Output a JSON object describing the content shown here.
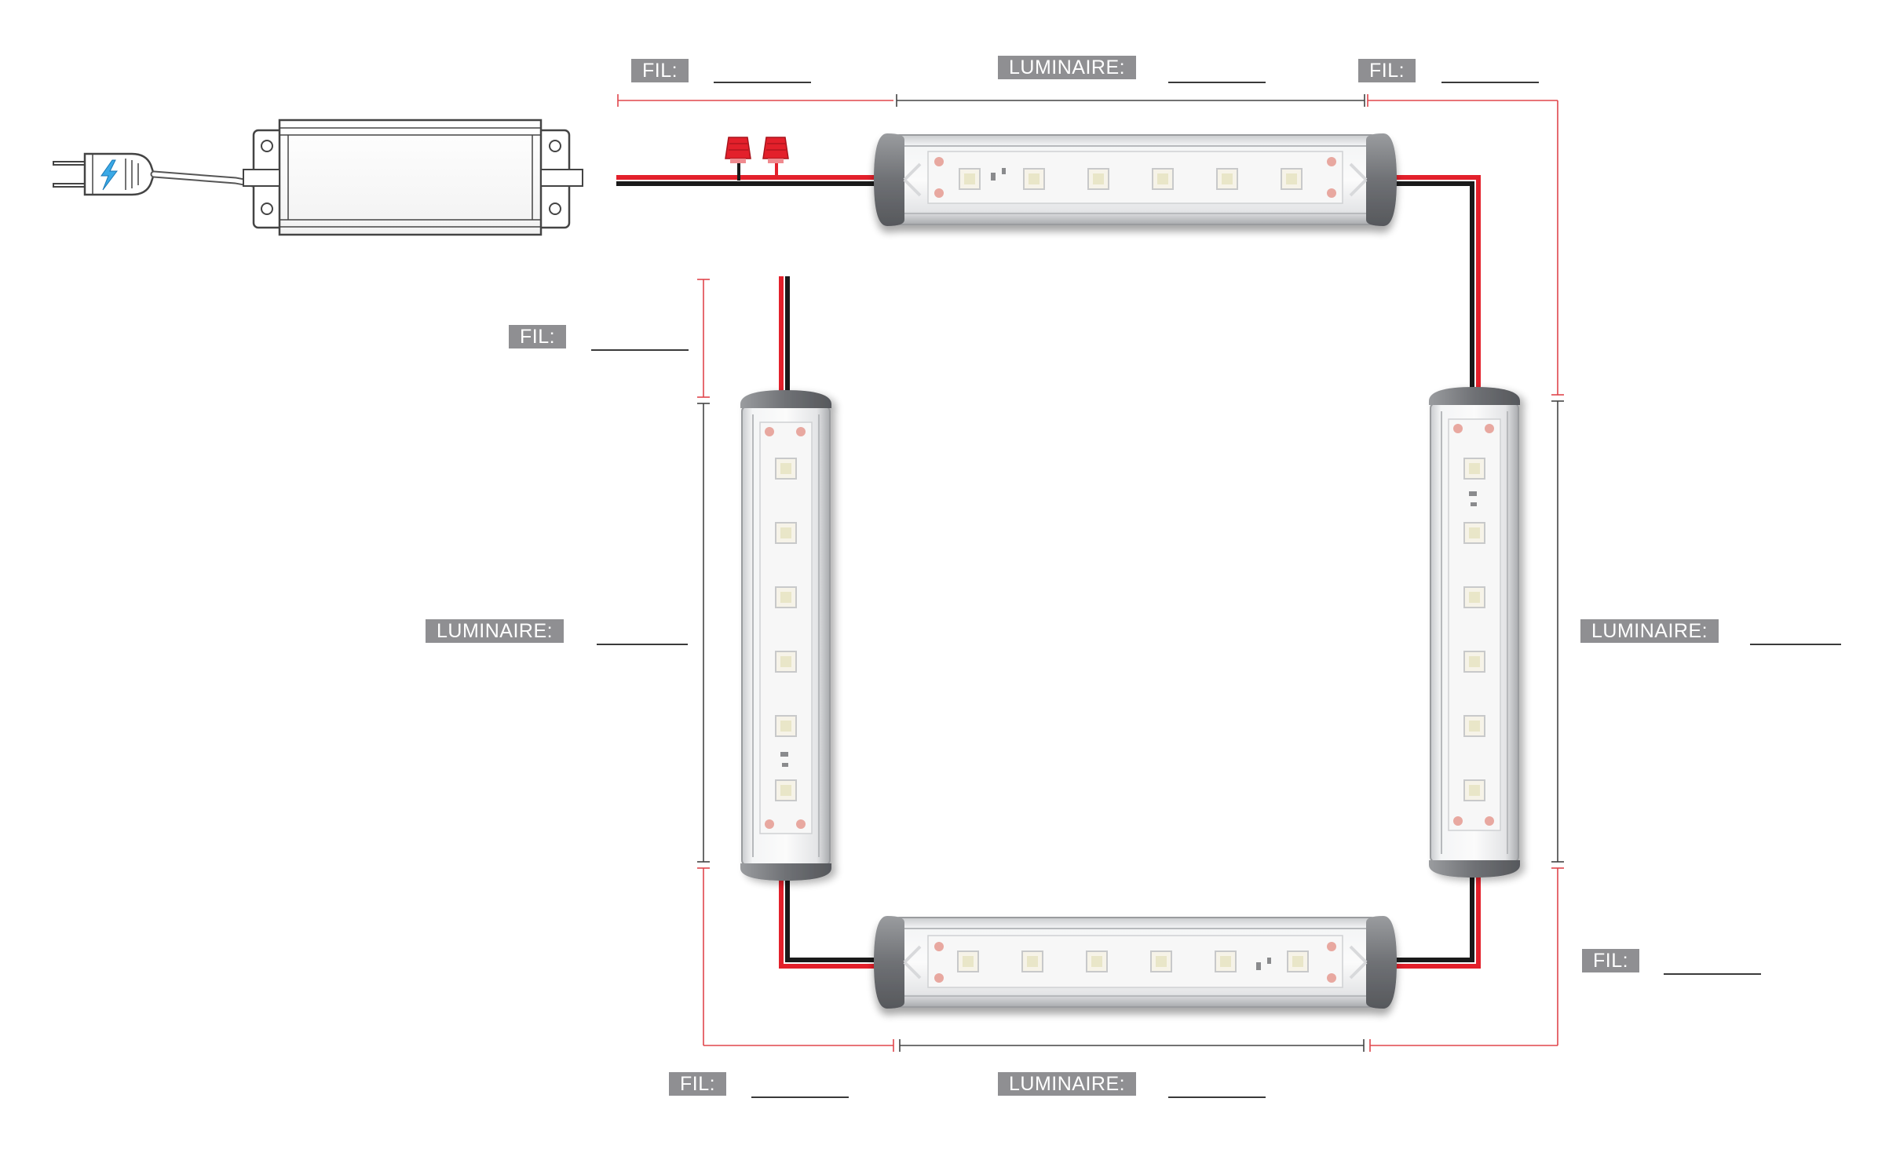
{
  "labels": {
    "fil": "FIL:",
    "luminaire": "LUMINAIRE:"
  },
  "colors": {
    "wire_positive": "#e3202b",
    "wire_negative": "#1a1a1a",
    "dimension_red": "#e0464c",
    "dimension_gray": "#444444",
    "label_background": "#8f8f92",
    "led_chip": "#f6f3e8",
    "end_cap": "#7d7f83"
  },
  "icons": {
    "plug": "power-plug-icon",
    "lightning": "lightning-icon",
    "driver": "led-driver-power-supply",
    "connector": "wire-nut-connector-icon"
  }
}
